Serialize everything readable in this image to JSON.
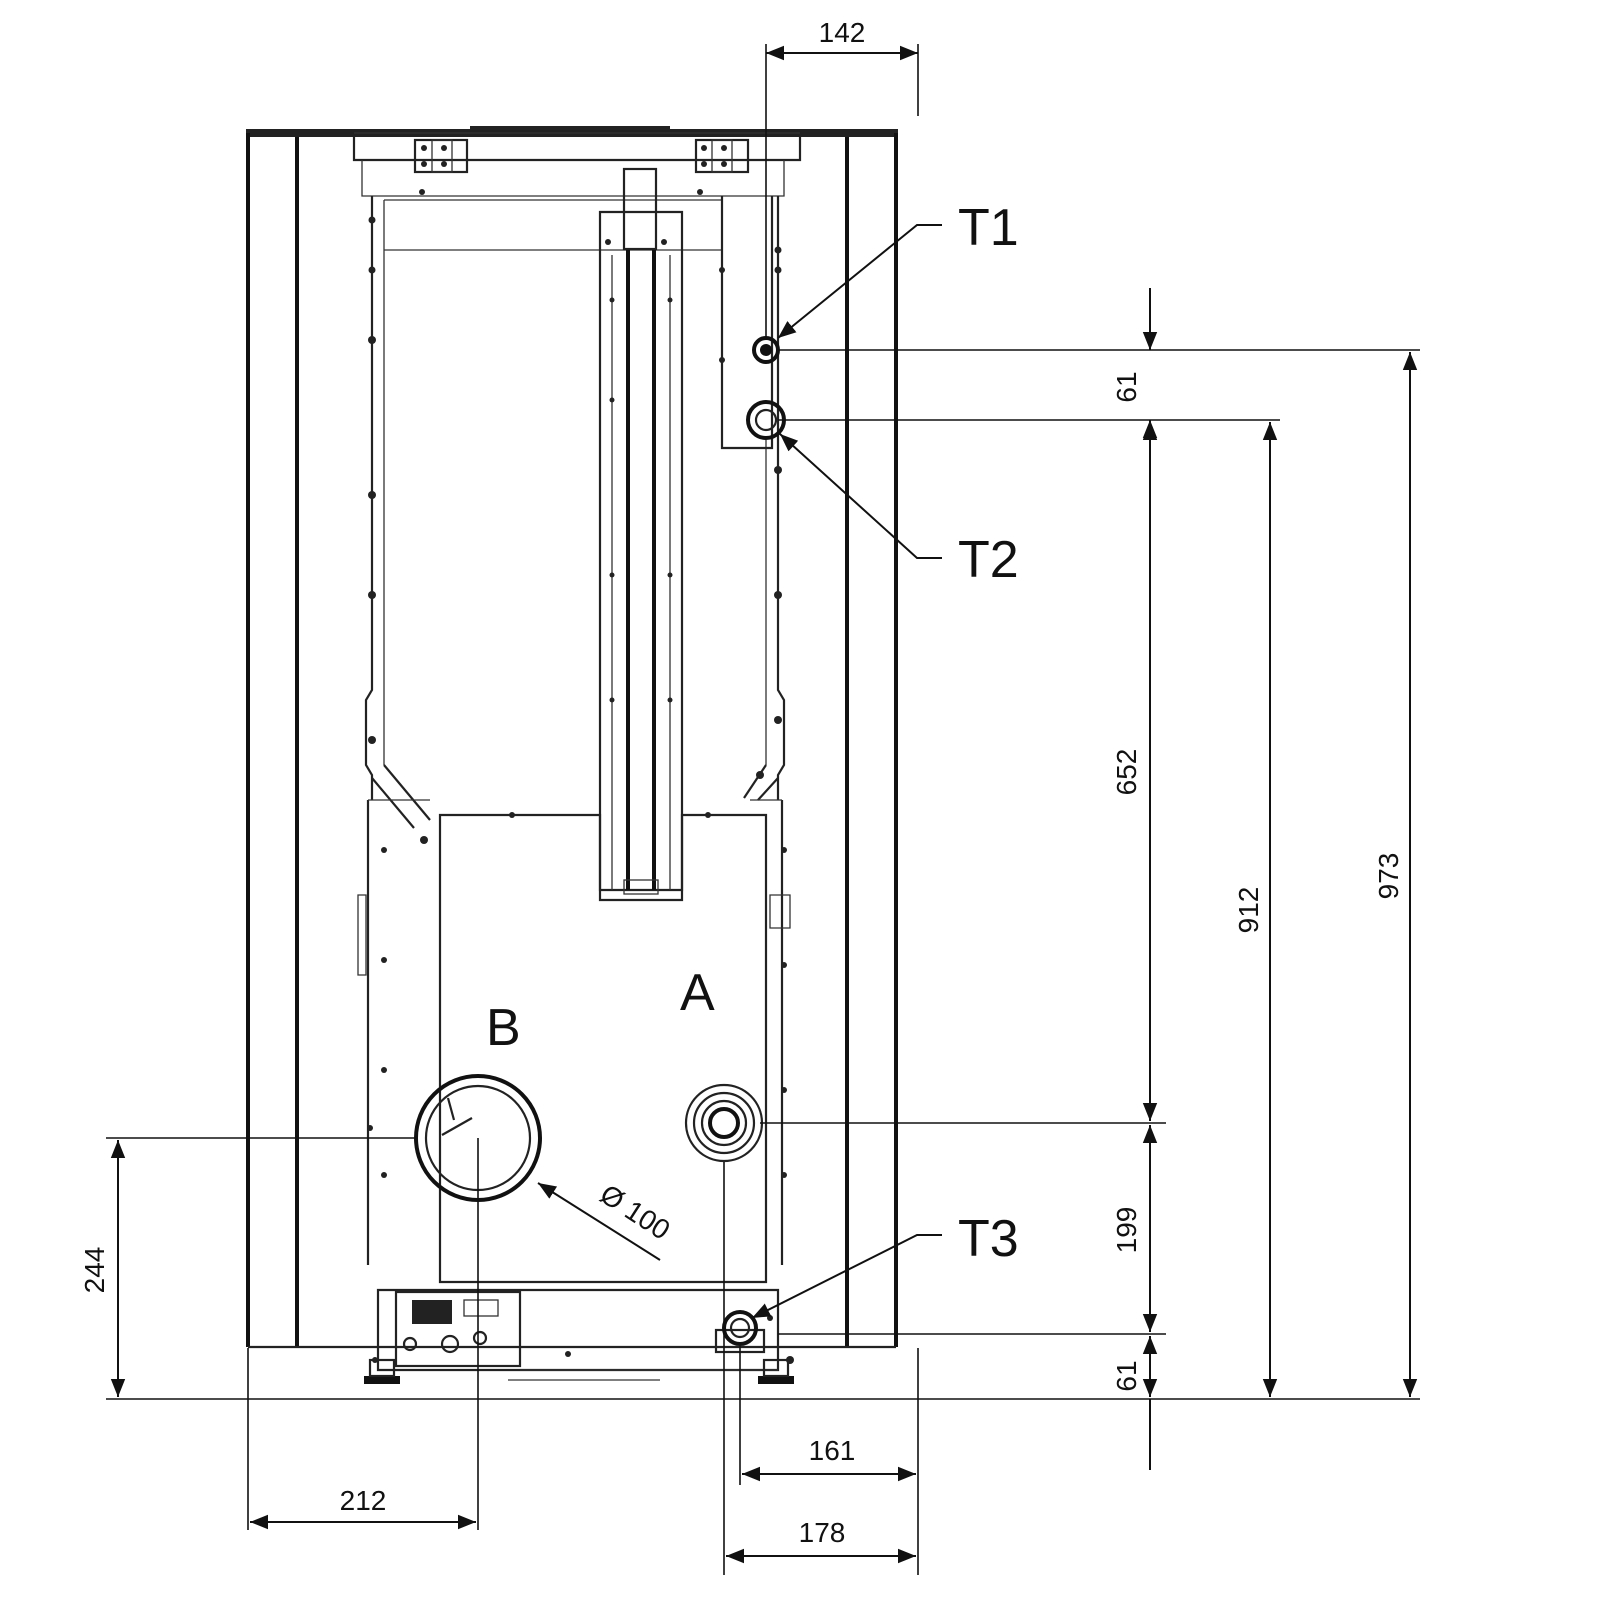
{
  "diagram": {
    "connections": {
      "T1": "T1",
      "T2": "T2",
      "T3": "T3",
      "A": "A",
      "B": "B"
    },
    "dimensions": {
      "top_width": "142",
      "t1_t2_spacing": "61",
      "t2_to_outlet": "652",
      "t2_height": "912",
      "t1_height": "973",
      "outlet_to_t3": "199",
      "t3_height": "61",
      "flue_height": "244",
      "flue_offset": "212",
      "t3_offset": "161",
      "outlet_offset": "178",
      "flue_diameter": "Ø 100"
    }
  }
}
